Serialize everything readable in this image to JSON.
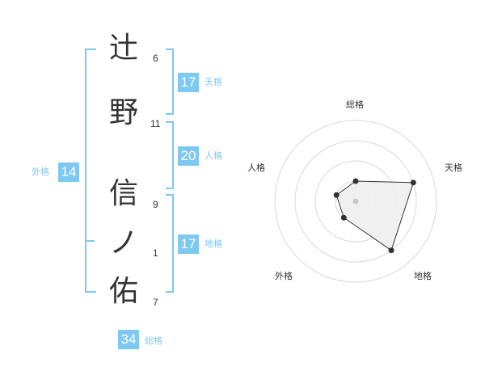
{
  "name_chars": [
    {
      "char": "辻",
      "strokes": "6"
    },
    {
      "char": "野",
      "strokes": "11"
    },
    {
      "char": "信",
      "strokes": "9"
    },
    {
      "char": "ノ",
      "strokes": "1"
    },
    {
      "char": "佑",
      "strokes": "7"
    }
  ],
  "kaku": {
    "tenkaku": {
      "value": "17",
      "label": "天格"
    },
    "jinkaku": {
      "value": "20",
      "label": "人格"
    },
    "chikaku": {
      "value": "17",
      "label": "地格"
    },
    "gaikaku": {
      "value": "14",
      "label": "外格"
    },
    "soukaku": {
      "value": "34",
      "label": "総格"
    }
  },
  "radar": {
    "labels": [
      "総格",
      "天格",
      "地格",
      "外格",
      "人格"
    ],
    "levels": [
      1,
      3,
      3,
      1,
      1
    ],
    "max_level": 4,
    "colors": {
      "grid": "#d8d8d8",
      "fill": "#eeeeee",
      "line": "#333333",
      "point": "#333333",
      "center": "#c8c8c8"
    }
  },
  "colors": {
    "accent": "#7ec8f2",
    "text": "#333333"
  }
}
